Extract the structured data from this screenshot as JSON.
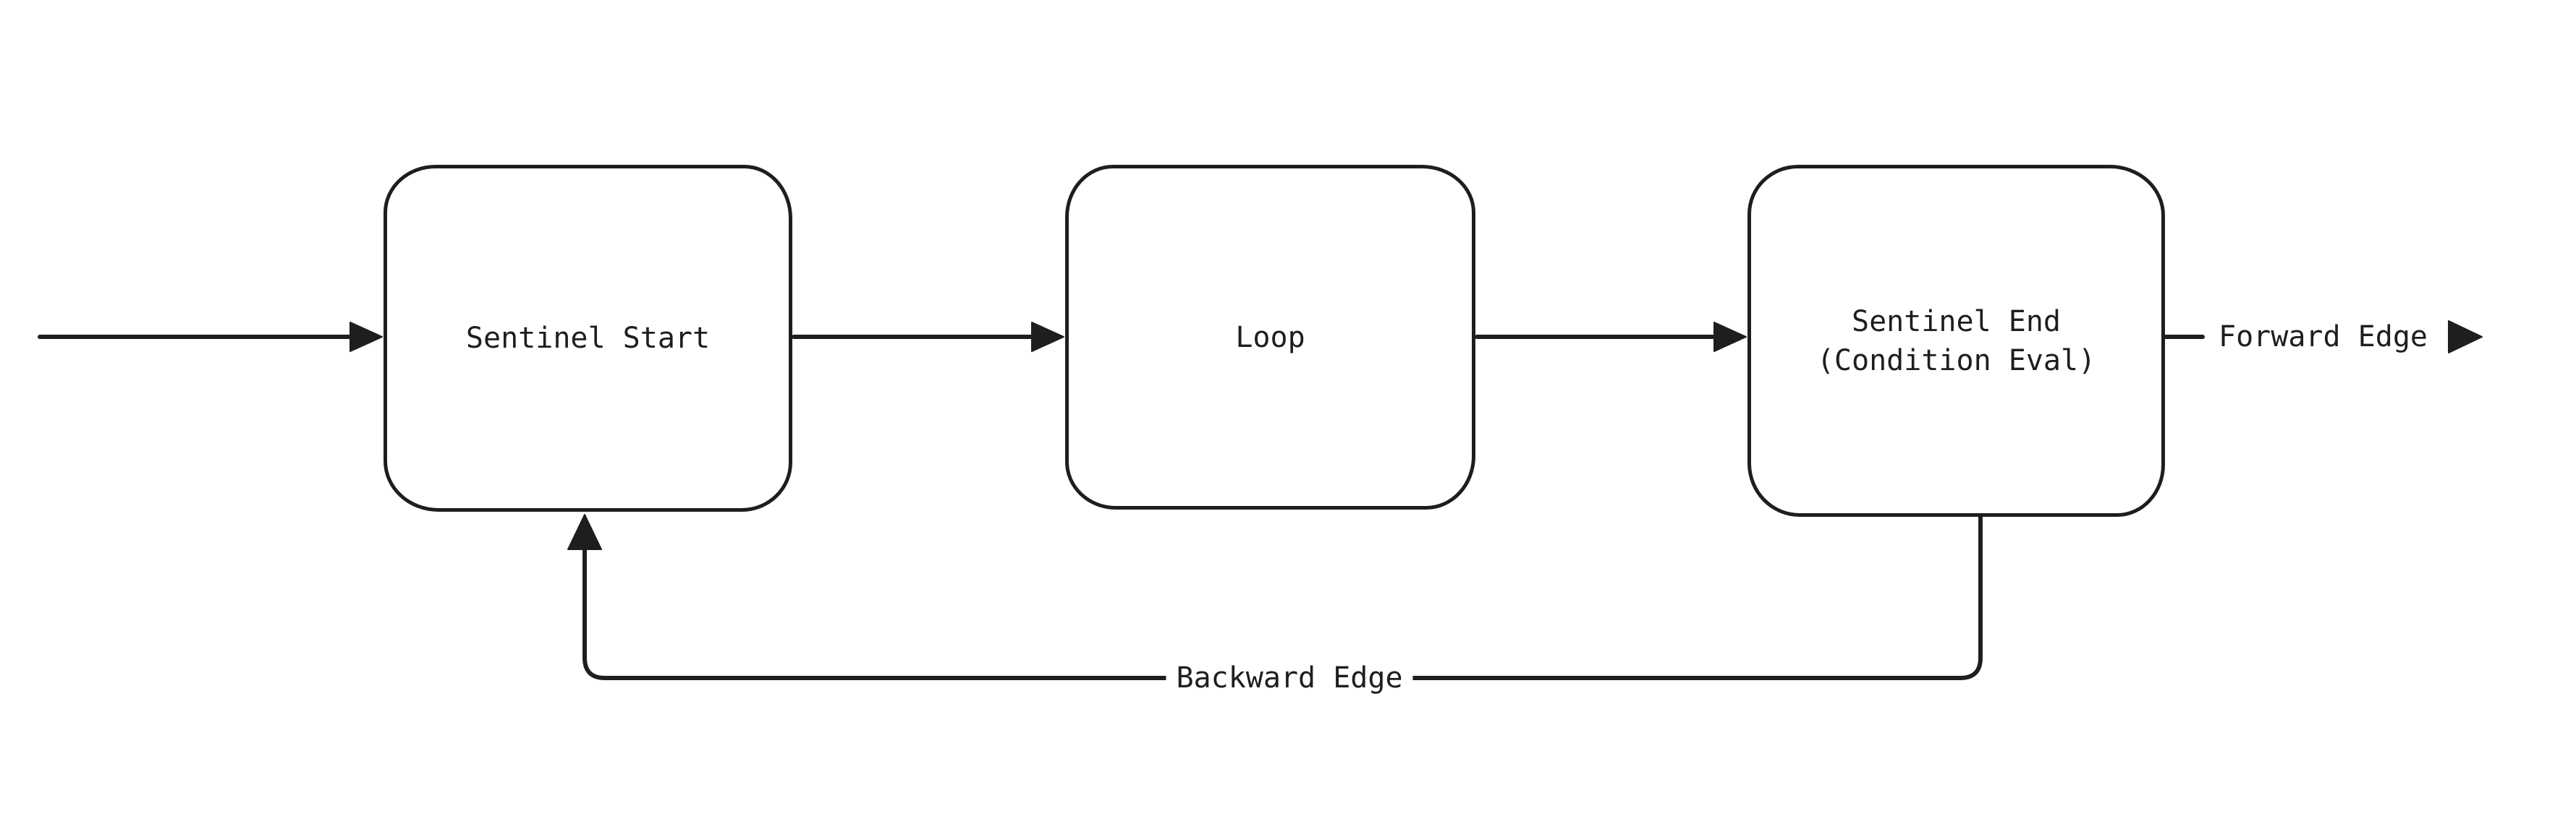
{
  "diagram": {
    "background_color": "#ffffff",
    "stroke_color": "#1e1e1e",
    "nodes": [
      {
        "id": "sentinel-start",
        "label": "Sentinel Start"
      },
      {
        "id": "loop",
        "label": "Loop"
      },
      {
        "id": "sentinel-end",
        "label_line1": "Sentinel End",
        "label_line2": "(Condition Eval)"
      }
    ],
    "edges": {
      "entry": "entry arrow into Sentinel Start",
      "start_to_loop": "Sentinel Start to Loop",
      "loop_to_end": "Loop to Sentinel End",
      "forward_label": "Forward Edge",
      "backward_label": "Backward Edge"
    }
  }
}
